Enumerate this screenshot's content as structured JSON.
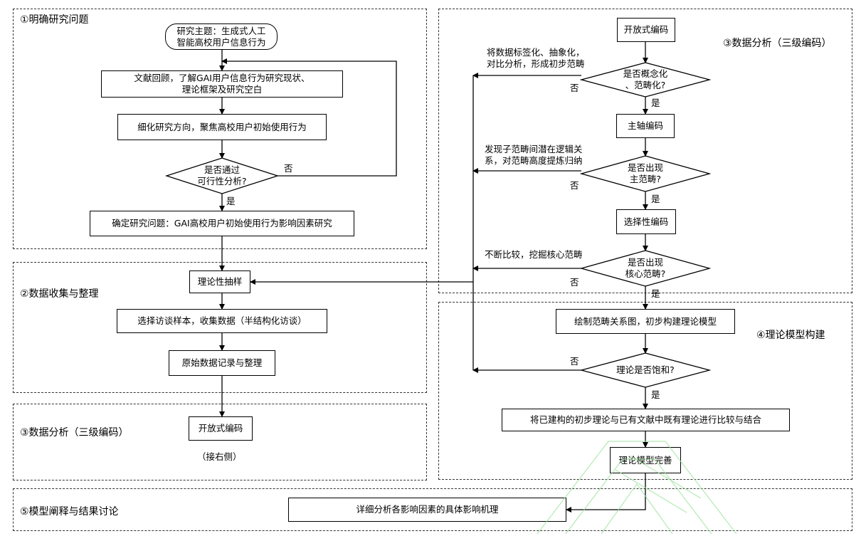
{
  "regions": {
    "r1": "①明确研究问题",
    "r2": "②数据收集与整理",
    "r3left": "③数据分析（三级编码）",
    "r3right": "③数据分析（三级编码）",
    "r4": "④理论模型构建",
    "r5": "⑤模型阐释与结果讨论"
  },
  "nodes": {
    "topic": "研究主题：生成式人工\n智能高校用户信息行为",
    "review": "文献回顾，了解GAI用户信息行为研究现状、\n理论框架及研究空白",
    "refine": "细化研究方向，聚焦高校用户初始使用行为",
    "feasible": "是否通过\n可行性分析?",
    "question": "确定研究问题：GAI高校用户初始使用行为影响因素研究",
    "sampling": "理论性抽样",
    "select_sample": "选择访谈样本，收集数据（半结构化访谈）",
    "record": "原始数据记录与整理",
    "open_left": "开放式编码",
    "continue_right": "（接右侧）",
    "open_right": "开放式编码",
    "conceptualize": "是否概念化\n、范畴化?",
    "axial": "主轴编码",
    "main_category": "是否出现\n主范畴?",
    "selective": "选择性编码",
    "core_category": "是否出现\n核心范畴?",
    "draw_model": "绘制范畴关系图，初步构建理论模型",
    "saturated": "理论是否饱和?",
    "compare": "将已建构的初步理论与已有文献中既有理论进行比较与结合",
    "perfect": "理论模型完善",
    "explain": "详细分析各影响因素的具体影响机理"
  },
  "labels": {
    "note_open": "将数据标签化、抽象化，\n对比分析，形成初步范畴",
    "note_axial": "发现子范畴间潜在逻辑关\n系，对范畴高度提炼归纳",
    "note_selective": "不断比较，挖掘核心范畴",
    "yes": "是",
    "no": "否"
  },
  "colors": {
    "line": "#000000",
    "watermark": "#9be29b"
  }
}
